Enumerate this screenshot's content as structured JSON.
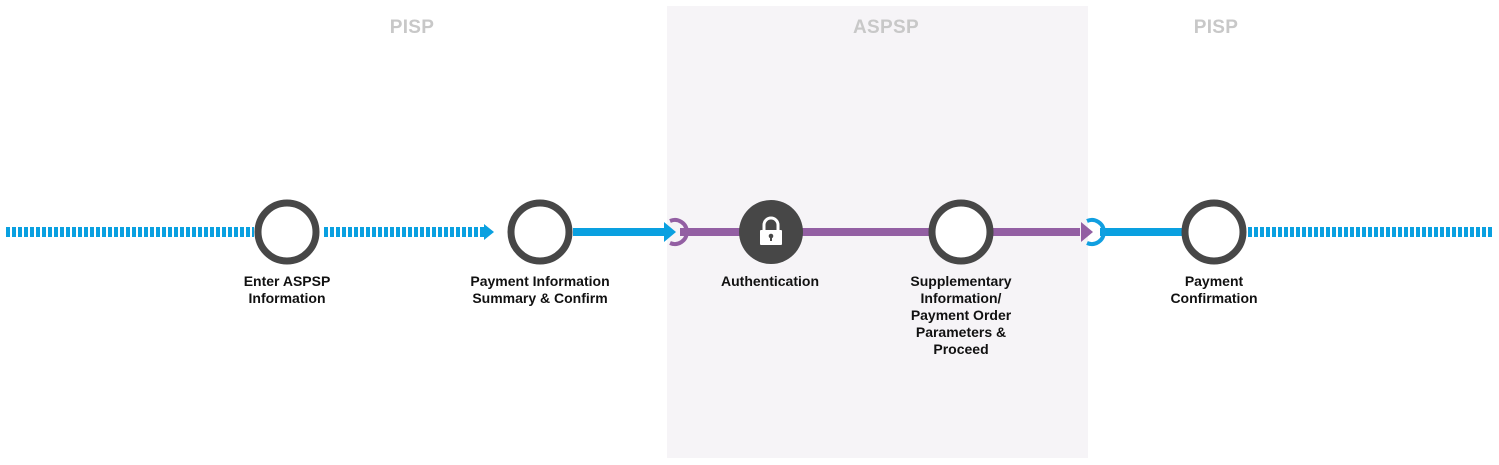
{
  "zones": [
    {
      "label": "PISP",
      "role": "payment-initiation-service-provider"
    },
    {
      "label": "ASPSP",
      "role": "account-servicing-payment-service-provider"
    },
    {
      "label": "PISP",
      "role": "payment-initiation-service-provider"
    }
  ],
  "steps": [
    {
      "label_lines": [
        "Enter ASPSP",
        "Information"
      ],
      "icon": "empty-circle",
      "zone": "PISP"
    },
    {
      "label_lines": [
        "Payment Information",
        "Summary & Confirm"
      ],
      "icon": "empty-circle",
      "zone": "PISP"
    },
    {
      "label_lines": [
        "Authentication"
      ],
      "icon": "lock-icon",
      "zone": "ASPSP"
    },
    {
      "label_lines": [
        "Supplementary",
        "Information/",
        "Payment Order",
        "Parameters &",
        "Proceed"
      ],
      "icon": "empty-circle",
      "zone": "ASPSP"
    },
    {
      "label_lines": [
        "Payment",
        "Confirmation"
      ],
      "icon": "empty-circle",
      "zone": "PISP"
    }
  ],
  "handoffs": [
    {
      "from": "PISP",
      "to": "ASPSP",
      "icon": "redirect-icon",
      "color": "#935fa3"
    },
    {
      "from": "ASPSP",
      "to": "PISP",
      "icon": "redirect-icon",
      "color": "#119fe0"
    }
  ],
  "colors": {
    "pisp_line": "#0aa0e0",
    "aspsp_line": "#935fa3",
    "node_ring": "#474747",
    "zone_label": "#c8c8c8",
    "aspsp_background": "#f6f4f7",
    "text": "#111111"
  }
}
